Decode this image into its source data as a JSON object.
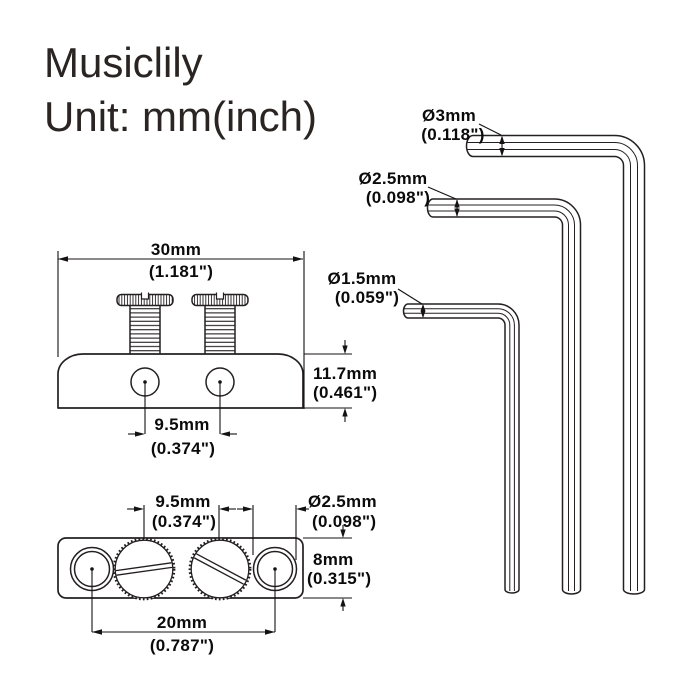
{
  "header": {
    "brand": "Musiclily",
    "unit": "Unit: mm(inch)"
  },
  "side_view": {
    "width": {
      "mm": "30mm",
      "inch": "(1.181\")"
    },
    "height": {
      "mm": "11.7mm",
      "inch": "(0.461\")"
    },
    "screw_spacing": {
      "mm": "9.5mm",
      "inch": "(0.374\")"
    }
  },
  "top_view": {
    "screw_spacing": {
      "mm": "9.5mm",
      "inch": "(0.374\")"
    },
    "hole_diameter": {
      "mm": "Ø2.5mm",
      "inch": "(0.098\")"
    },
    "height": {
      "mm": "8mm",
      "inch": "(0.315\")"
    },
    "hole_spacing": {
      "mm": "20mm",
      "inch": "(0.787\")"
    }
  },
  "hex_keys": [
    {
      "diameter": "Ø3mm",
      "inch": "(0.118\")"
    },
    {
      "diameter": "Ø2.5mm",
      "inch": "(0.098\")"
    },
    {
      "diameter": "Ø1.5mm",
      "inch": "(0.059\")"
    }
  ],
  "colors": {
    "line": "#242021",
    "text": "#0c0b0b",
    "background": "#ffffff"
  }
}
